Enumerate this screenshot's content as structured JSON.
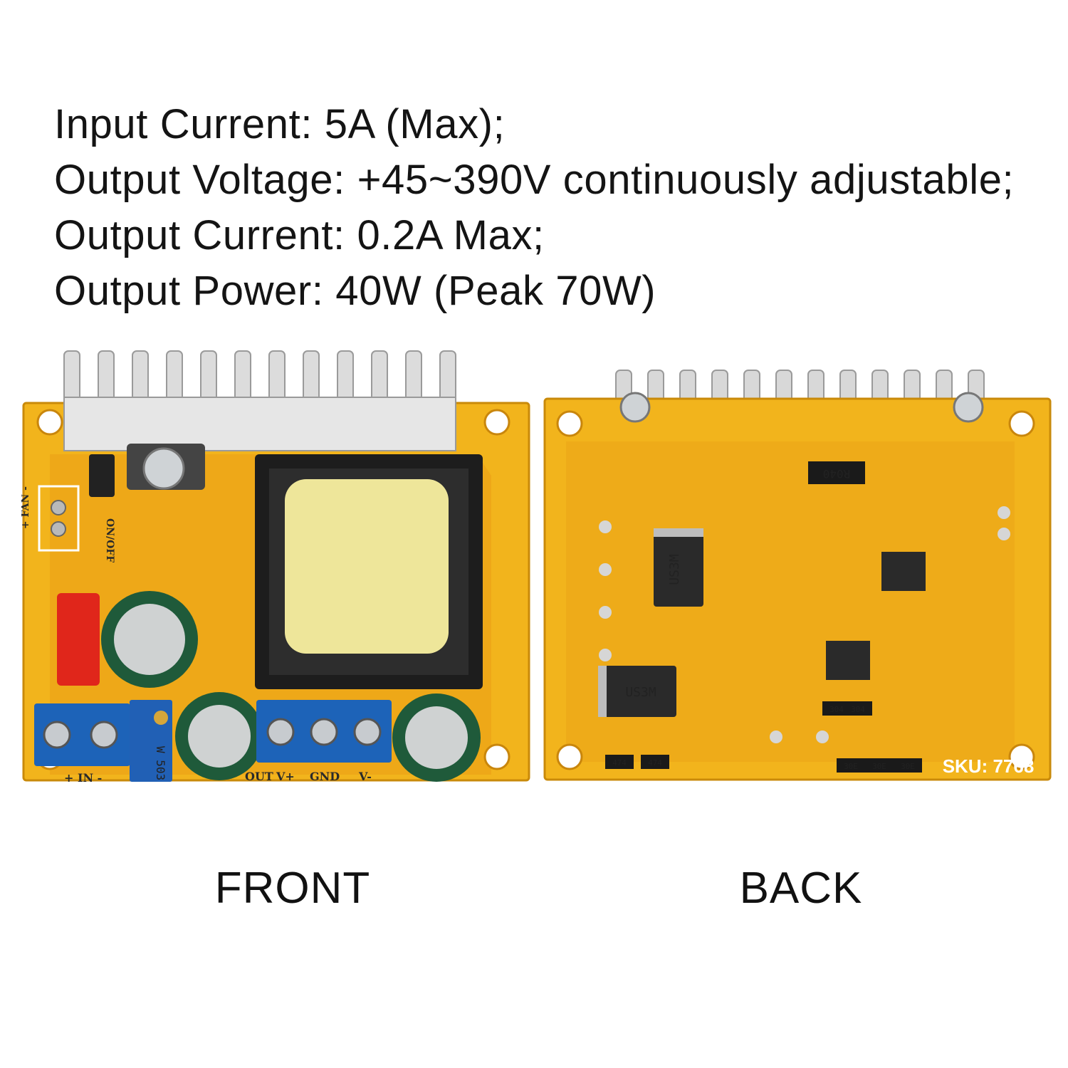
{
  "specs": [
    "Input Current: 5A (Max);",
    "Output Voltage: +45~390V continuously adjustable;",
    "Output Current: 0.2A Max;",
    "Output Power: 40W (Peak 70W)"
  ],
  "captions": {
    "front": "FRONT",
    "back": "BACK"
  },
  "front_board": {
    "fan_label": "+ FAN -",
    "switch_label": "ON/OFF",
    "in_label": "+ IN -",
    "pot_marking": "W 503",
    "terminal_labels": {
      "out": "OUT",
      "vplus": "V+",
      "gnd": "GND",
      "vminus": "V-"
    }
  },
  "back_board": {
    "diode_top": "US3M",
    "diode_bottom": "US3M",
    "shunt": "R040",
    "sku": "SKU: 7768",
    "resistor_marks": [
      "474",
      "474",
      "304",
      "304",
      "30E",
      "30E",
      "30E"
    ]
  },
  "colors": {
    "pcb": "#f2b41c",
    "pcb_dark": "#e8920f",
    "heatsink": "#dcdcdc",
    "terminal": "#1d63b8",
    "transformer_tape": "#eee69a",
    "transformer_core": "#1d1d1d",
    "capacitor": "#1f5a3a"
  }
}
